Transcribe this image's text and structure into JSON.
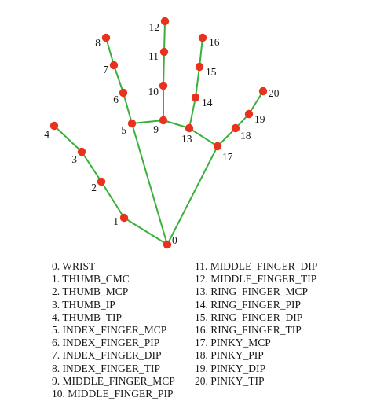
{
  "colors": {
    "bone": "#3ab03a",
    "joint": "#e8321e",
    "text": "#1a1a1a"
  },
  "landmarks": [
    {
      "id": "0",
      "label": "0",
      "name": "0. WRIST"
    },
    {
      "id": "1",
      "label": "1",
      "name": "1. THUMB_CMC"
    },
    {
      "id": "2",
      "label": "2",
      "name": "2. THUMB_MCP"
    },
    {
      "id": "3",
      "label": "3",
      "name": "3. THUMB_IP"
    },
    {
      "id": "4",
      "label": "4",
      "name": "4. THUMB_TIP"
    },
    {
      "id": "5",
      "label": "5",
      "name": "5. INDEX_FINGER_MCP"
    },
    {
      "id": "6",
      "label": "6",
      "name": "6. INDEX_FINGER_PIP"
    },
    {
      "id": "7",
      "label": "7",
      "name": "7. INDEX_FINGER_DIP"
    },
    {
      "id": "8",
      "label": "8",
      "name": "8. INDEX_FINGER_TIP"
    },
    {
      "id": "9",
      "label": "9",
      "name": "9. MIDDLE_FINGER_MCP"
    },
    {
      "id": "10",
      "label": "10",
      "name": "10. MIDDLE_FINGER_PIP"
    },
    {
      "id": "11",
      "label": "11",
      "name": "11. MIDDLE_FINGER_DIP"
    },
    {
      "id": "12",
      "label": "12",
      "name": "12. MIDDLE_FINGER_TIP"
    },
    {
      "id": "13",
      "label": "13",
      "name": "13. RING_FINGER_MCP"
    },
    {
      "id": "14",
      "label": "14",
      "name": "14. RING_FINGER_PIP"
    },
    {
      "id": "15",
      "label": "15",
      "name": "15. RING_FINGER_DIP"
    },
    {
      "id": "16",
      "label": "16",
      "name": "16. RING_FINGER_TIP"
    },
    {
      "id": "17",
      "label": "17",
      "name": "17. PINKY_MCP"
    },
    {
      "id": "18",
      "label": "18",
      "name": "18. PINKY_PIP"
    },
    {
      "id": "19",
      "label": "19",
      "name": "19. PINKY_DIP"
    },
    {
      "id": "20",
      "label": "20",
      "name": "20. PINKY_TIP"
    }
  ],
  "connections": [
    [
      "0",
      "1"
    ],
    [
      "1",
      "2"
    ],
    [
      "2",
      "3"
    ],
    [
      "3",
      "4"
    ],
    [
      "0",
      "5"
    ],
    [
      "5",
      "6"
    ],
    [
      "6",
      "7"
    ],
    [
      "7",
      "8"
    ],
    [
      "5",
      "9"
    ],
    [
      "9",
      "10"
    ],
    [
      "10",
      "11"
    ],
    [
      "11",
      "12"
    ],
    [
      "9",
      "13"
    ],
    [
      "13",
      "14"
    ],
    [
      "14",
      "15"
    ],
    [
      "15",
      "16"
    ],
    [
      "13",
      "17"
    ],
    [
      "17",
      "18"
    ],
    [
      "18",
      "19"
    ],
    [
      "19",
      "20"
    ],
    [
      "0",
      "17"
    ]
  ]
}
